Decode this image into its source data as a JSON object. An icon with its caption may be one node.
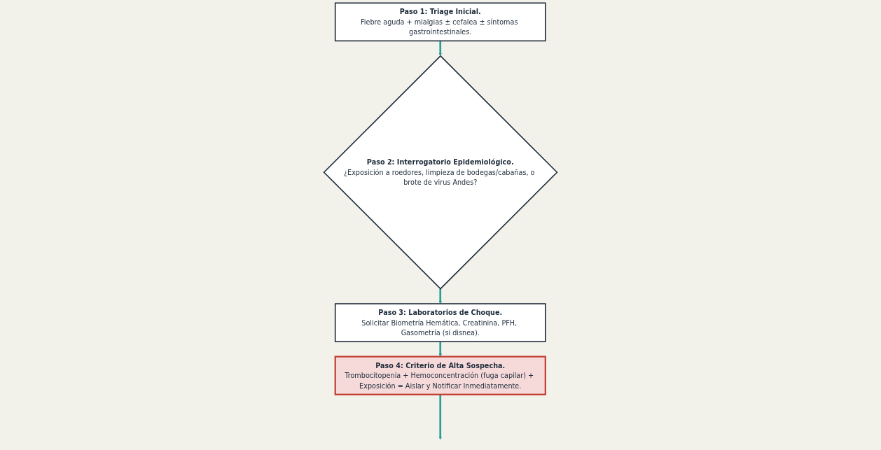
{
  "diagram": {
    "nodes": [
      {
        "text": [
          "Paso 1: Triage Inicial.",
          "Fiebre aguda + mialgias ± cefalea ± síntomas gastrointestinales."
        ]
      },
      {
        "text": [
          "Paso 2: Interrogatorio Epidemiológico.",
          "¿Exposición a roedores, limpieza de bodegas/cabañas, o brote de virus Andes?"
        ]
      },
      {
        "text": [
          "Paso 3: Laboratorios de Choque.",
          "Solicitar Biometría Hemática, Creatinina, PFH, Gasometría (si disnea)."
        ]
      },
      {
        "text": [
          "Paso 4: Criterio de Alta Sospecha.",
          "Trombocitopenia + Hemoconcentración (fuga capilar) + Exposición = Aislar y Notificar Inmediatamente."
        ]
      }
    ],
    "edges": [
      {
        "from": 0,
        "to": 1,
        "arrow": "to"
      },
      {
        "from": 1,
        "to": 2,
        "arrow": "to"
      },
      {
        "from": 2,
        "to": 3,
        "arrow": "to"
      },
      {
        "from": 3,
        "to": null,
        "arrow": "to"
      }
    ]
  }
}
